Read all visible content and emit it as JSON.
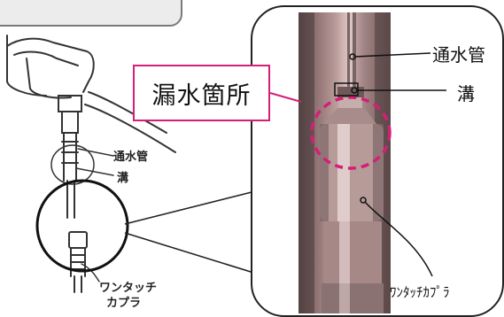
{
  "labels": {
    "leak_location": "漏水箇所",
    "water_pipe_right": "通水管",
    "groove_right": "溝",
    "coupler_right": "ﾜﾝﾀｯﾁｶﾌﾟﾗ",
    "water_pipe_left": "通水管",
    "groove_left": "溝",
    "coupler_left_line1": "ワンタッチ",
    "coupler_left_line2": "カプラ"
  },
  "colors": {
    "leak_highlight": "#d51f77",
    "outline": "#222222"
  }
}
